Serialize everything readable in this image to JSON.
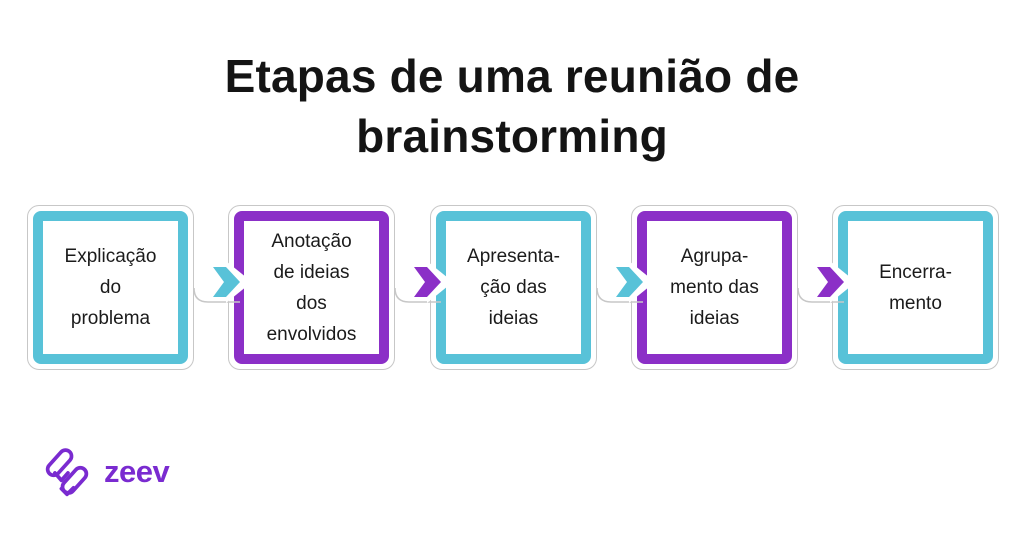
{
  "title": "Etapas de uma reunião de\nbrainstorming",
  "steps": [
    {
      "label": "Explicação\ndo\nproblema",
      "color": "cyan"
    },
    {
      "label": "Anotação\nde ideias\ndos\nenvolvidos",
      "color": "purple"
    },
    {
      "label": "Apresenta-\nção das\nideias",
      "color": "cyan"
    },
    {
      "label": "Agrupa-\nmento das\nideias",
      "color": "purple"
    },
    {
      "label": "Encerra-\nmento",
      "color": "cyan"
    }
  ],
  "connectors": [
    {
      "color": "cyan"
    },
    {
      "color": "purple"
    },
    {
      "color": "cyan"
    },
    {
      "color": "purple"
    }
  ],
  "colors": {
    "cyan": "#58c2d8",
    "purple": "#8b2fc7",
    "outline": "#c7c7c7",
    "text": "#1b1b1b",
    "title": "#141414",
    "logo": "#7a2bd0"
  },
  "logo": {
    "wordmark": "zeev",
    "icon": "zeev-zigzag-mark"
  }
}
